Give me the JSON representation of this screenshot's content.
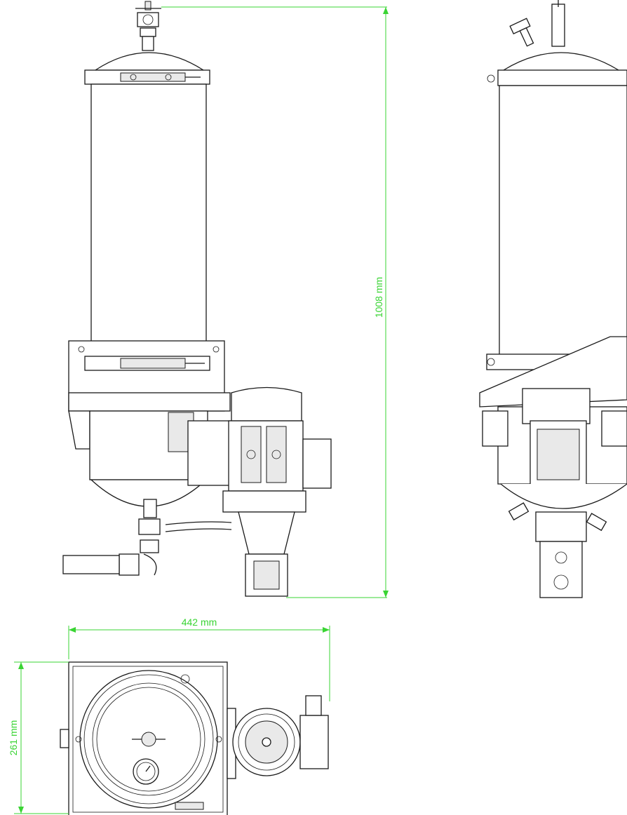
{
  "dimensions": {
    "height_label": "1008 mm",
    "width_label": "442 mm",
    "depth_label": "261 mm",
    "dimension_color": "#39d433"
  },
  "views": [
    "front-view",
    "side-view",
    "top-view"
  ],
  "line_color": "#1a1a1a"
}
